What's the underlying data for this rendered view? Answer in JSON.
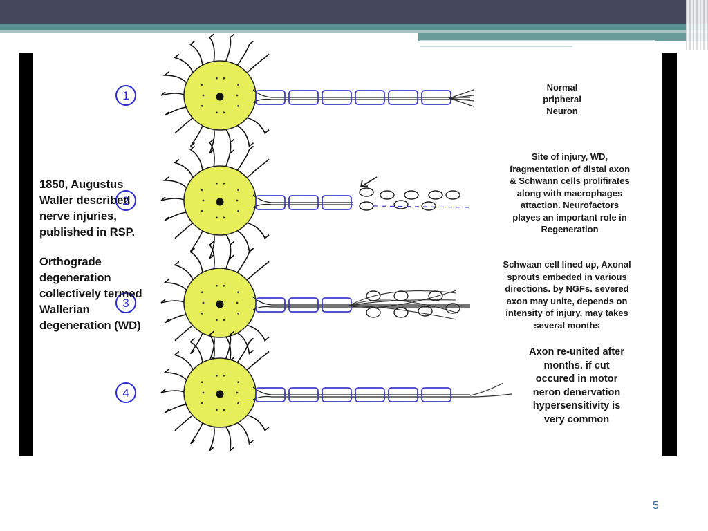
{
  "header": {
    "bar_color": "#44485a",
    "accent_color": "#5a8f8f"
  },
  "left_text": {
    "para1": "1850, Augustus\nWaller described\nnerve injuries,\npublished in RSP.",
    "para2": "Orthograde\ndegeneration\ncollectively termed\nWallerian\ndegeneration (WD)"
  },
  "stages": [
    {
      "number": "1",
      "caption": "Normal\npripheral\nNeuron"
    },
    {
      "number": "2",
      "caption": "Site of injury, WD,\nfragmentation of distal axon\n& Schwann cells prolifirates\nalong with macrophages\nattaction. Neurofactors\nplayes an important role in\nRegeneration"
    },
    {
      "number": "3",
      "caption": "Schwaan cell lined up, Axonal\nsprouts embeded in various\ndirections. by NGFs. severed\naxon may unite, depends on\nintensity of injury, may takes\nseveral months"
    },
    {
      "number": "4",
      "caption": "Axon re-united after\nmonths. if cut\noccured in motor\nneron denervation\nhypersensitivity is\nvery common"
    }
  ],
  "colors": {
    "cell_body": "#e6ef5a",
    "schwann": "#3c3ccc",
    "circle_number": "#2b2bd0"
  },
  "page_number": "5"
}
